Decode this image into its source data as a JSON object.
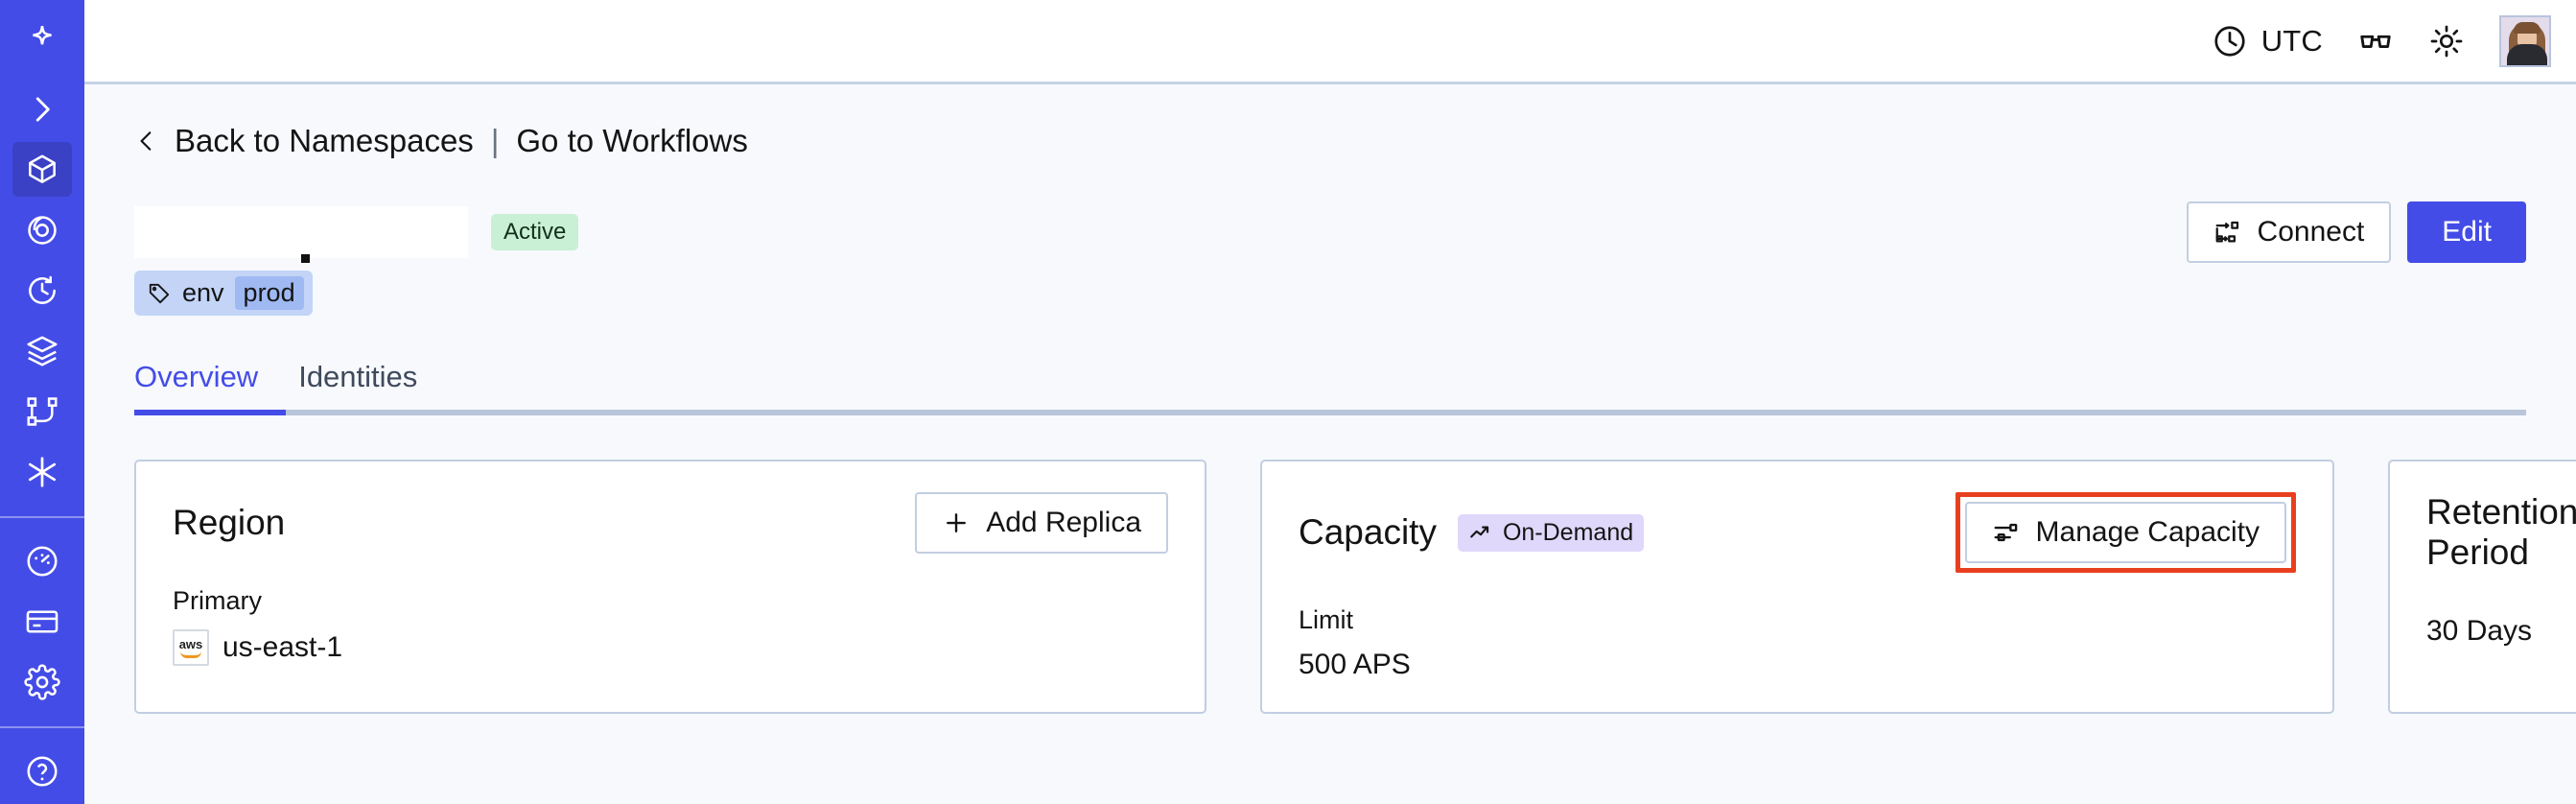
{
  "sidebar": {
    "items": [
      {
        "name": "temporal-logo",
        "icon": "star-logo-icon",
        "active": false
      },
      {
        "name": "expand-nav",
        "icon": "chevron-right-icon",
        "active": false
      },
      {
        "name": "namespaces",
        "icon": "cube-icon",
        "active": true
      },
      {
        "name": "observability",
        "icon": "eye-icon",
        "active": false
      },
      {
        "name": "schedules",
        "icon": "clock-arrow-icon",
        "active": false
      },
      {
        "name": "nexus",
        "icon": "layers-icon",
        "active": false
      },
      {
        "name": "workflows",
        "icon": "sitemap-icon",
        "active": false
      },
      {
        "name": "integrations",
        "icon": "asterisk-icon",
        "active": false
      },
      {
        "name": "usage",
        "icon": "gauge-icon",
        "active": false
      },
      {
        "name": "billing",
        "icon": "credit-card-icon",
        "active": false
      },
      {
        "name": "settings",
        "icon": "gear-icon",
        "active": false
      }
    ]
  },
  "topbar": {
    "timezone": "UTC",
    "clock_icon": "clock-icon",
    "glasses_icon": "glasses-icon",
    "theme_icon": "sun-icon",
    "avatar_alt": "user-avatar"
  },
  "breadcrumb": {
    "back_label": "Back to Namespaces",
    "separator": "|",
    "forward_label": "Go to Workflows",
    "chevron_icon": "chevron-left-icon"
  },
  "header": {
    "namespace_name": "",
    "status": "Active",
    "connect_label": "Connect",
    "edit_label": "Edit",
    "connect_icon": "connect-flow-icon"
  },
  "tags": [
    {
      "key": "env",
      "value": "prod",
      "icon": "tag-icon"
    }
  ],
  "tabs": [
    {
      "label": "Overview",
      "active": true
    },
    {
      "label": "Identities",
      "active": false
    }
  ],
  "cards": {
    "region": {
      "title": "Region",
      "action_label": "Add Replica",
      "action_icon": "plus-icon",
      "sub_label": "Primary",
      "provider_icon": "aws-logo",
      "provider_text": "aws",
      "value": "us-east-1"
    },
    "capacity": {
      "title": "Capacity",
      "badge_label": "On-Demand",
      "badge_icon": "trending-up-icon",
      "action_label": "Manage Capacity",
      "action_icon": "sliders-icon",
      "sub_label": "Limit",
      "value": "500 APS",
      "highlighted": true
    },
    "retention": {
      "title": "Retention Period",
      "value": "30 Days"
    }
  },
  "colors": {
    "brand": "#444ce7",
    "sidebar": "#444ce7",
    "sidebar_active": "#3a41c4",
    "page_bg": "#f7f9fc",
    "card_border": "#c2cee1",
    "status_active_bg": "#c9f0d4",
    "badge_ondemand_bg": "#e0d8fb",
    "tag_bg": "#c3d4f7",
    "tag_value_bg": "#9fb9f2",
    "annotation": "#e8401f"
  }
}
